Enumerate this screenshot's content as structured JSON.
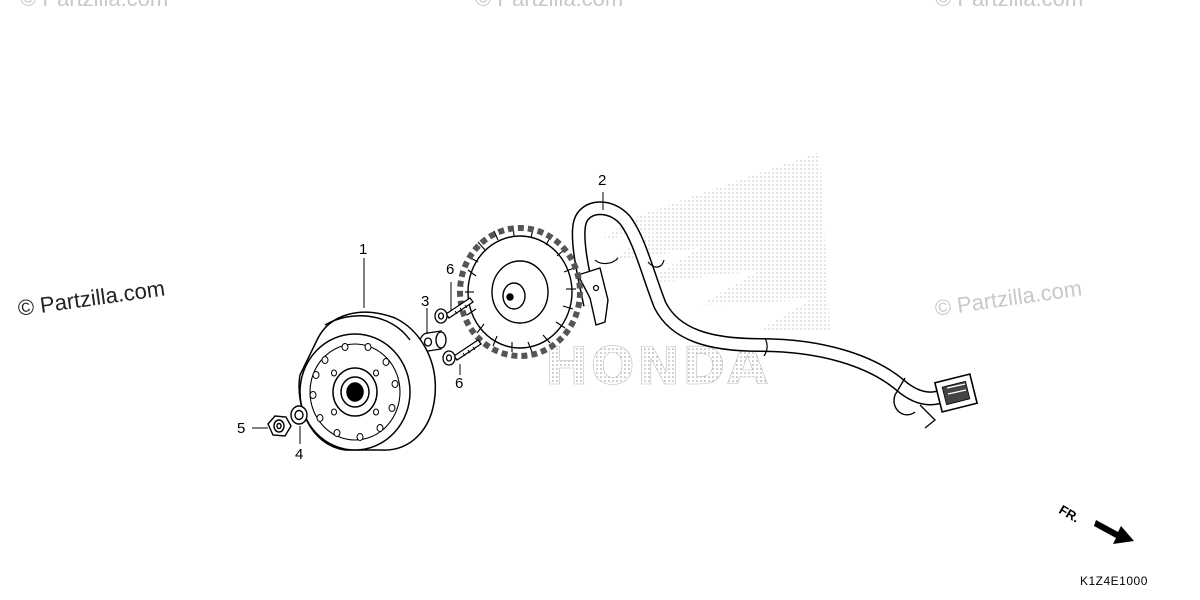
{
  "watermarks": {
    "top": [
      "© Partzilla.com",
      "© Partzilla.com",
      "© Partzilla.com"
    ],
    "left": "© Partzilla.com",
    "right": "© Partzilla.com"
  },
  "brand_watermark": "HONDA",
  "callouts": {
    "p1": "1",
    "p2": "2",
    "p3": "3",
    "p4": "4",
    "p5": "5",
    "p6a": "6",
    "p6b": "6"
  },
  "direction_label": "FR.",
  "diagram_code": "K1Z4E1000"
}
